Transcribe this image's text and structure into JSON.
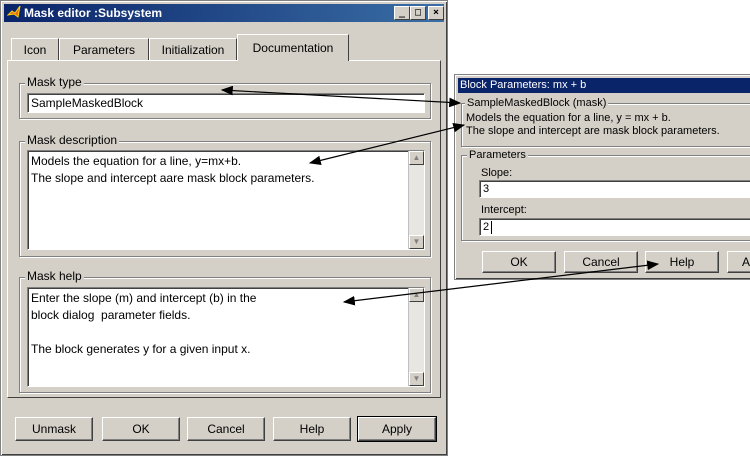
{
  "mask_editor": {
    "title": "Mask editor :Subsystem",
    "window_controls": [
      "_",
      "□",
      "×"
    ],
    "tabs": [
      {
        "label": "Icon"
      },
      {
        "label": "Parameters"
      },
      {
        "label": "Initialization"
      },
      {
        "label": "Documentation"
      }
    ],
    "active_tab": "Documentation",
    "mask_type": {
      "legend": "Mask type",
      "value": "SampleMaskedBlock"
    },
    "mask_description": {
      "legend": "Mask description",
      "lines": [
        "Models the equation for a line, y=mx+b.",
        "The slope and intercept aare mask block parameters."
      ]
    },
    "mask_help": {
      "legend": "Mask help",
      "lines": [
        "Enter the slope (m) and intercept (b) in the",
        "block dialog  parameter fields.",
        "",
        "The block generates y for a given input x."
      ]
    },
    "buttons": {
      "unmask": "Unmask",
      "ok": "OK",
      "cancel": "Cancel",
      "help": "Help",
      "apply": "Apply"
    }
  },
  "block_parameters": {
    "title": "Block Parameters: mx + b",
    "group_legend": "SampleMaskedBlock (mask)",
    "description_lines": [
      "Models the equation for a line, y = mx + b.",
      "The slope and intercept are mask block parameters."
    ],
    "parameters_legend": "Parameters",
    "slope": {
      "label": "Slope:",
      "value": "3"
    },
    "intercept": {
      "label": "Intercept:",
      "value": "2"
    },
    "buttons": {
      "ok": "OK",
      "cancel": "Cancel",
      "help": "Help",
      "apply_partial": "A"
    }
  },
  "colors": {
    "dialog_face": "#d4d0c8",
    "title_active": "#0a246a",
    "title_gradient_end": "#3a6ea5"
  }
}
